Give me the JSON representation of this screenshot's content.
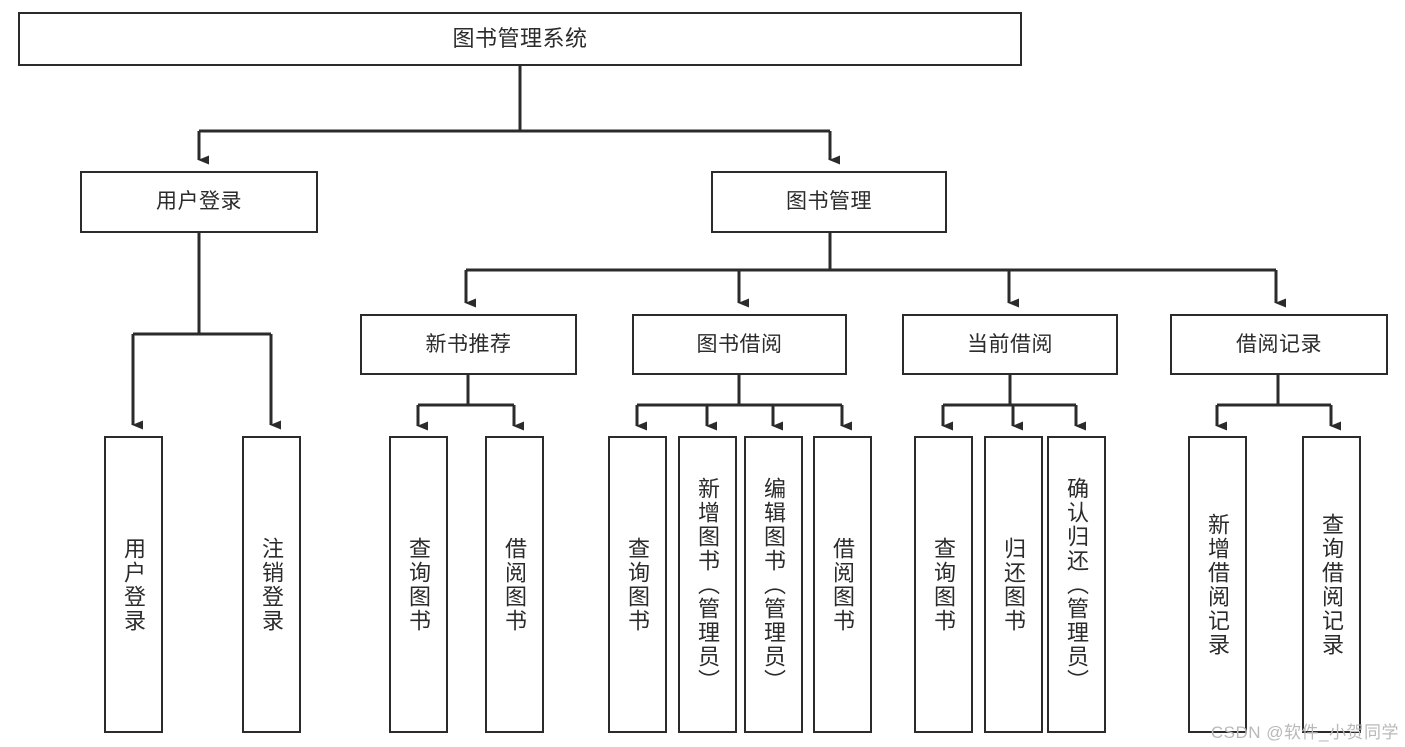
{
  "diagram": {
    "title": "图书管理系统",
    "type": "hierarchy-tree",
    "colors": {
      "box_border": "#2b2b2b",
      "box_fill": "#ffffff",
      "text": "#2b2b2b",
      "edge": "#2b2b2b",
      "watermark": "#b9b9b9"
    },
    "root": {
      "label": "图书管理系统"
    },
    "level2": [
      {
        "label": "用户登录"
      },
      {
        "label": "图书管理"
      }
    ],
    "level3": [
      {
        "label": "新书推荐"
      },
      {
        "label": "图书借阅"
      },
      {
        "label": "当前借阅"
      },
      {
        "label": "借阅记录"
      }
    ],
    "leaves": [
      {
        "label": "用户登录",
        "parent": "用户登录"
      },
      {
        "label": "注销登录",
        "parent": "用户登录"
      },
      {
        "label": "查询图书",
        "parent": "新书推荐"
      },
      {
        "label": "借阅图书",
        "parent": "新书推荐"
      },
      {
        "label": "查询图书",
        "parent": "图书借阅"
      },
      {
        "label": "新增图书（管理员）",
        "parent": "图书借阅"
      },
      {
        "label": "编辑图书（管理员）",
        "parent": "图书借阅"
      },
      {
        "label": "借阅图书",
        "parent": "图书借阅"
      },
      {
        "label": "查询图书",
        "parent": "当前借阅"
      },
      {
        "label": "归还图书",
        "parent": "当前借阅"
      },
      {
        "label": "确认归还（管理员）",
        "parent": "当前借阅"
      },
      {
        "label": "新增借阅记录",
        "parent": "借阅记录"
      },
      {
        "label": "查询借阅记录",
        "parent": "借阅记录"
      }
    ],
    "watermark": "CSDN @软件_小贺同学"
  }
}
